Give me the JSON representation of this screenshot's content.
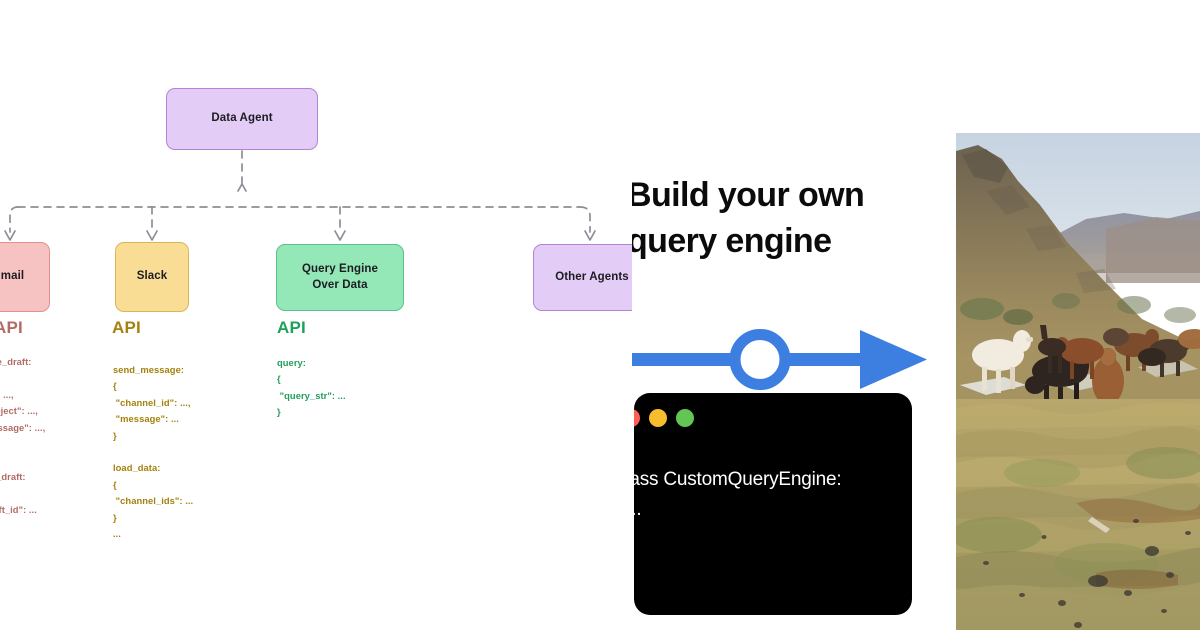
{
  "panels": {
    "diagram": {
      "nodes": {
        "root": "Data Agent",
        "gmail": "Gmail",
        "slack": "Slack",
        "query_engine": "Query Engine\nOver Data",
        "other_agents": "Other Agents"
      },
      "api_headings": {
        "gmail": "API",
        "slack": "API",
        "query_engine": "API"
      },
      "code": {
        "gmail": "create_draft:\n{\n  \"to\": ...,\n  \"subject\": ...,\n  \"message\": ...,\n}\n\nsend_draft:\n{\n  \"draft_id\": ...\n}",
        "slack": "send_message:\n{\n \"channel_id\": ...,\n \"message\": ...\n}\n\nload_data:\n{\n \"channel_ids\": ...\n}\n...",
        "query_engine": "query:\n{\n \"query_str\": ...\n}"
      },
      "colors": {
        "purple_fill": "#e3ccf5",
        "purple_border": "#b583d6",
        "red_fill": "#f7c2c2",
        "red_border": "#e2908f",
        "yellow_fill": "#f9dd94",
        "yellow_border": "#dcb557",
        "green_fill": "#94e7b6",
        "green_border": "#5fbf8c",
        "edge": "#8d8d96",
        "gmail_text": "#b26b66",
        "slack_text": "#a4820d",
        "query_text": "#21a05c"
      }
    },
    "card": {
      "title": "Build your own\nquery engine",
      "arrow_color": "#3d7fe0",
      "terminal": {
        "dots": [
          "red-dot",
          "yellow-dot",
          "green-dot"
        ],
        "code": "class CustomQueryEngine:\n  ...",
        "background": "#000000",
        "text_color": "#ffffff"
      }
    },
    "photo": {
      "alt": "Herd of llamas and alpacas grazing on a wet Andean grassland with a rocky hillside behind",
      "sky_color": "#cfd9e4",
      "hill_color": "#8a7c5e",
      "grass_color": "#b5a367"
    }
  }
}
